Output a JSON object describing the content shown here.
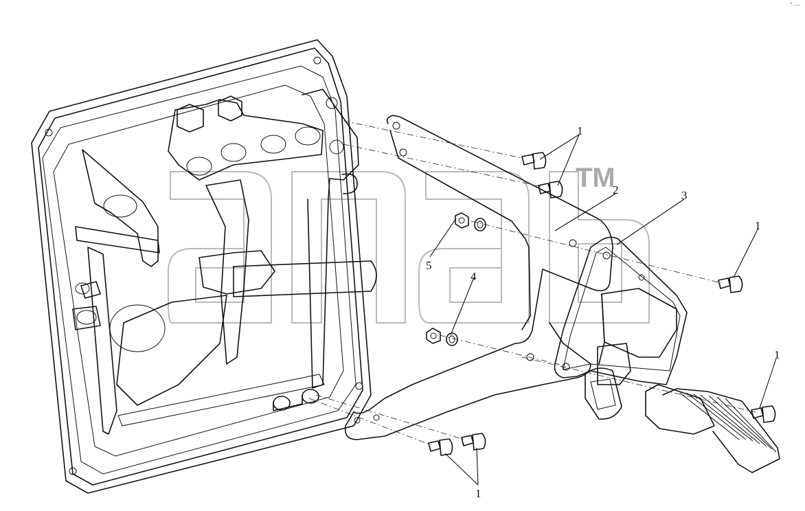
{
  "watermark": {
    "trademark": "TM"
  },
  "corner_mark": "° —",
  "callouts": [
    {
      "id": "bolt-top",
      "label": "1"
    },
    {
      "id": "bracket",
      "label": "2"
    },
    {
      "id": "pedal-bracket",
      "label": "3"
    },
    {
      "id": "bolt-right",
      "label": "1"
    },
    {
      "id": "nut",
      "label": "5"
    },
    {
      "id": "washer",
      "label": "4"
    },
    {
      "id": "bolt-pedal",
      "label": "1"
    },
    {
      "id": "bolt-bottom",
      "label": "1"
    }
  ]
}
